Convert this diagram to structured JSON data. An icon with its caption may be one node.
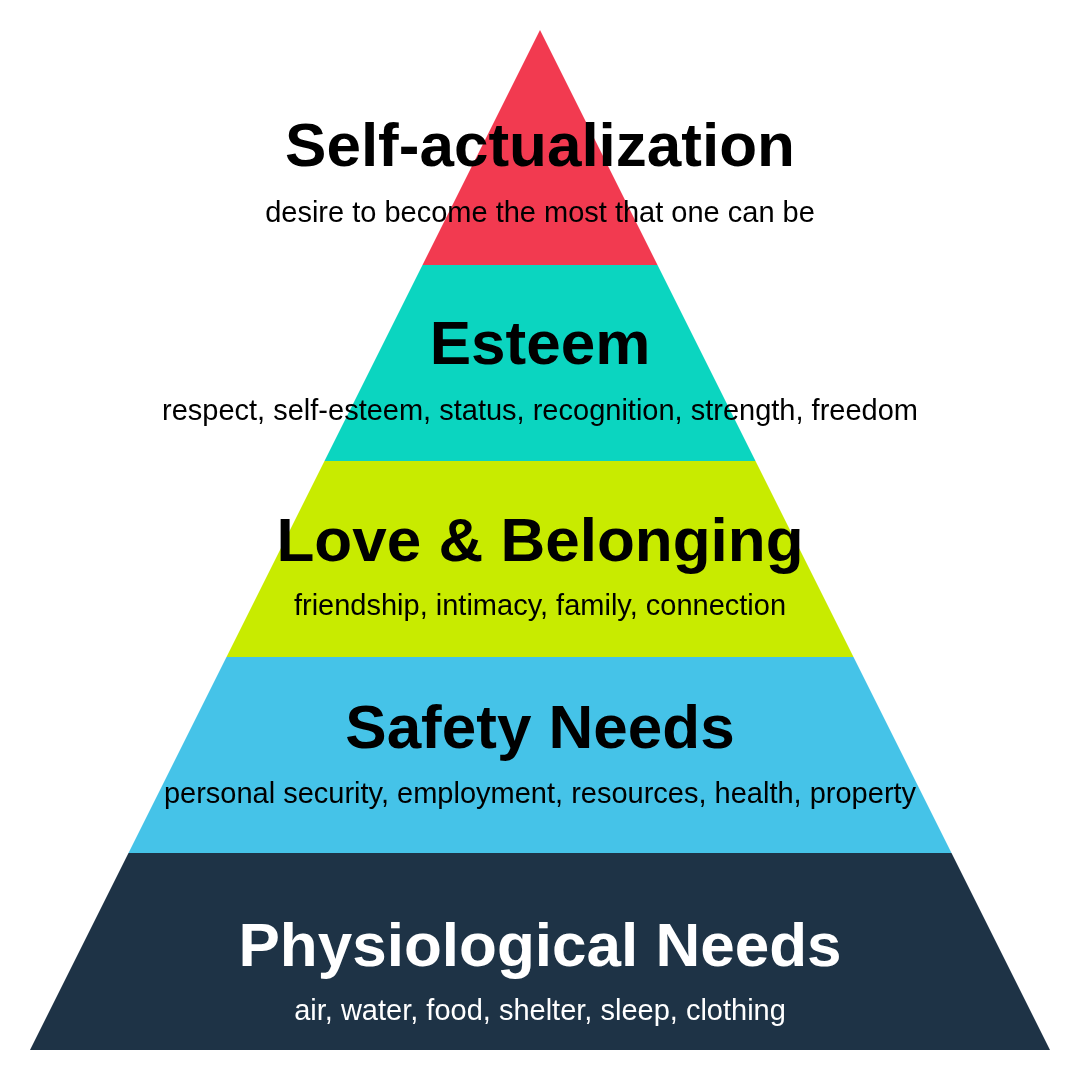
{
  "diagram": {
    "nodes": [
      {
        "text": [
          "Self-actualization",
          "desire to become the most that one can be"
        ]
      },
      {
        "text": [
          "Esteem",
          "respect, self-esteem, status, recognition, strength, freedom"
        ]
      },
      {
        "text": [
          "Love & Belonging",
          "friendship, intimacy, family, connection"
        ]
      },
      {
        "text": [
          "Safety Needs",
          "personal security, employment, resources, health, property"
        ]
      },
      {
        "text": [
          "Physiological Needs",
          "air, water, food, shelter, sleep, clothing"
        ]
      }
    ]
  }
}
